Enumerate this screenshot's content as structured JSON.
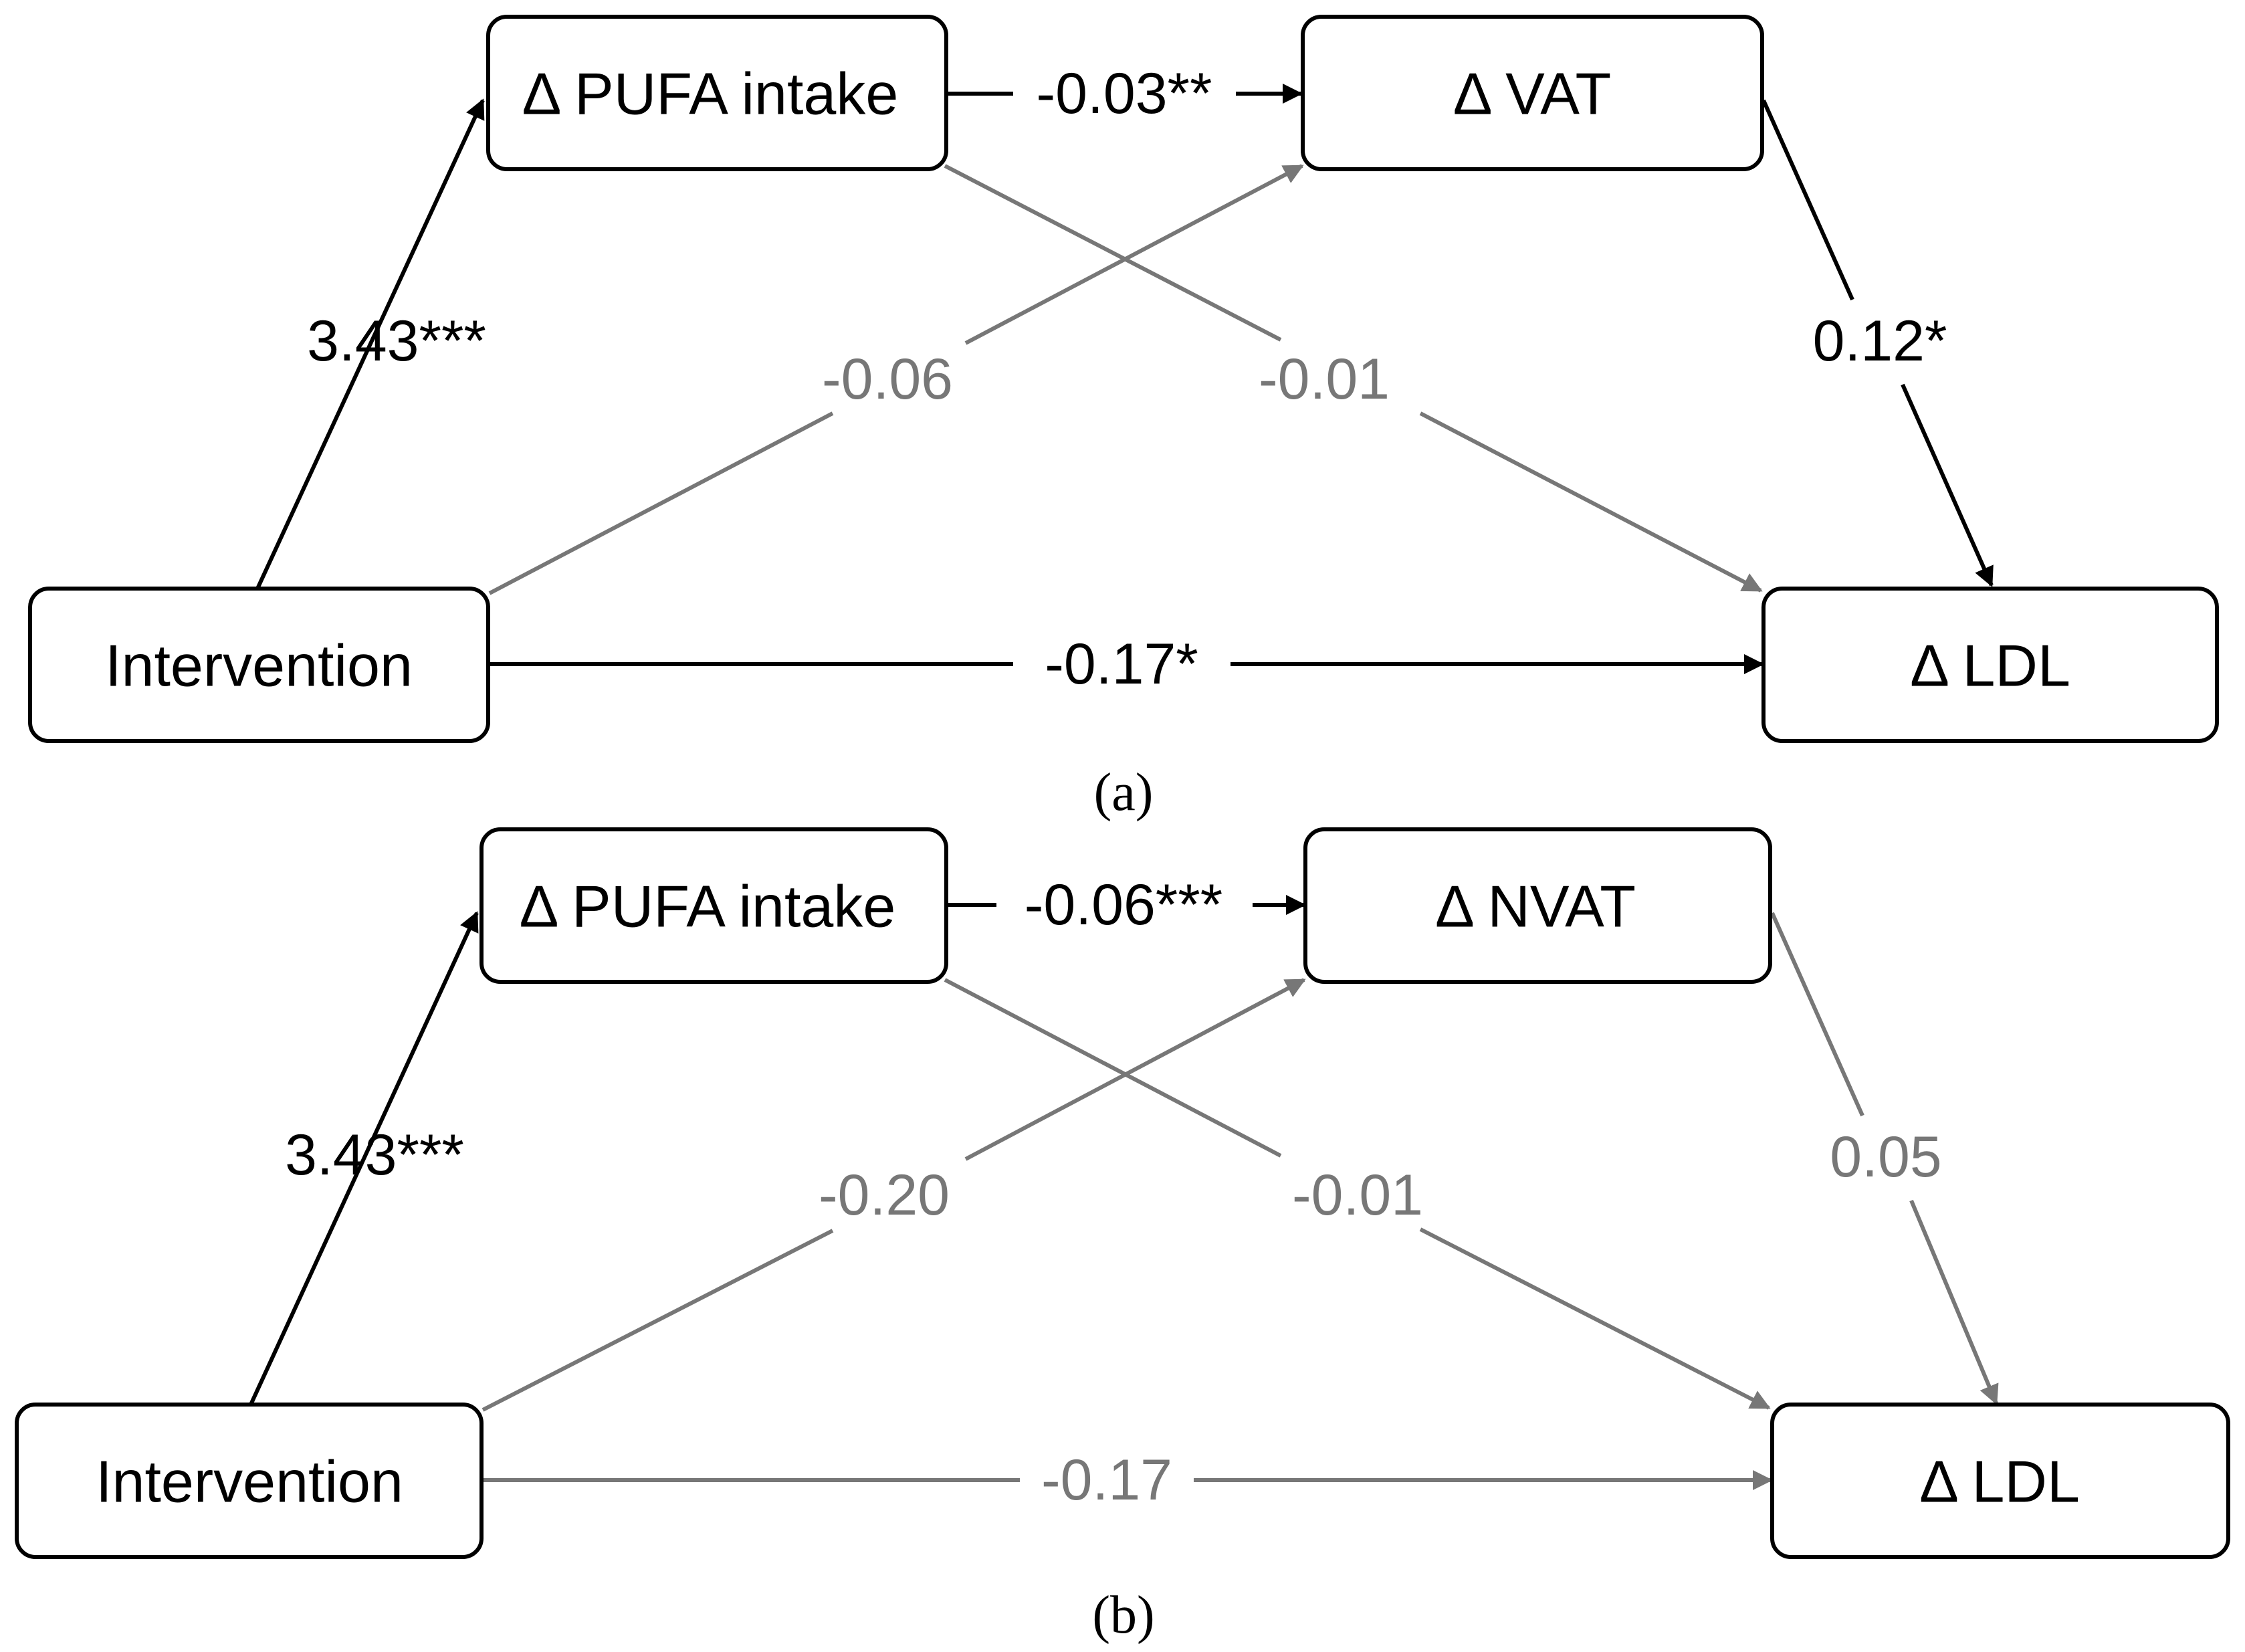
{
  "colors": {
    "significant": "#000000",
    "nonsignificant": "#777777",
    "box_border": "#000000",
    "background": "#ffffff"
  },
  "panels": [
    {
      "caption": "(a)",
      "nodes": {
        "pufa": "Δ PUFA intake",
        "mediator": "Δ VAT",
        "intervention": "Intervention",
        "outcome": "Δ LDL"
      },
      "edges": {
        "intervention_to_pufa": {
          "label": "3.43***",
          "significant": true
        },
        "pufa_to_mediator": {
          "label": "-0.03**",
          "significant": true
        },
        "intervention_to_mediator": {
          "label": "-0.06",
          "significant": false
        },
        "pufa_to_outcome": {
          "label": "-0.01",
          "significant": false
        },
        "mediator_to_outcome": {
          "label": "0.12*",
          "significant": true
        },
        "intervention_to_outcome": {
          "label": "-0.17*",
          "significant": true
        }
      }
    },
    {
      "caption": "(b)",
      "nodes": {
        "pufa": "Δ PUFA intake",
        "mediator": "Δ NVAT",
        "intervention": "Intervention",
        "outcome": "Δ LDL"
      },
      "edges": {
        "intervention_to_pufa": {
          "label": "3.43***",
          "significant": true
        },
        "pufa_to_mediator": {
          "label": "-0.06***",
          "significant": true
        },
        "intervention_to_mediator": {
          "label": "-0.20",
          "significant": false
        },
        "pufa_to_outcome": {
          "label": "-0.01",
          "significant": false
        },
        "mediator_to_outcome": {
          "label": "0.05",
          "significant": false
        },
        "intervention_to_outcome": {
          "label": "-0.17",
          "significant": false
        }
      }
    }
  ]
}
